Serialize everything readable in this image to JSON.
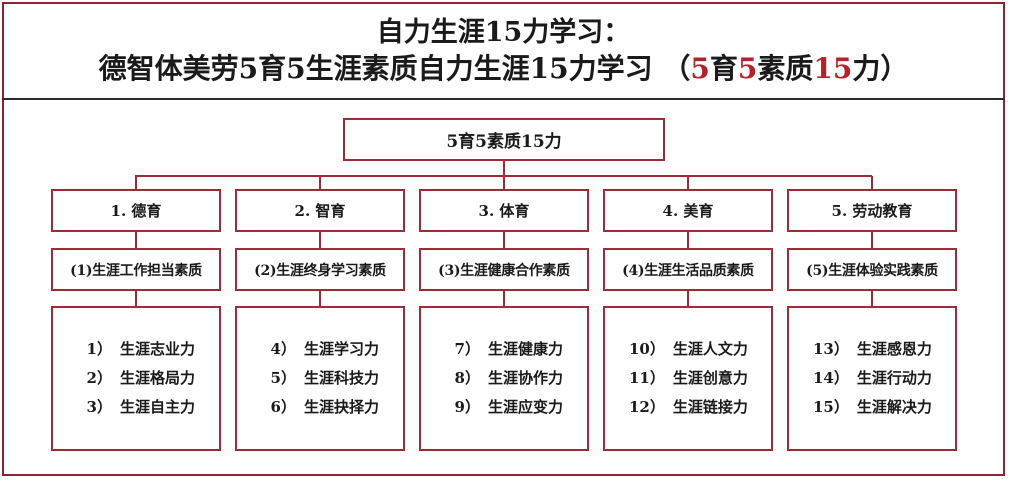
{
  "header": {
    "line1": "自力生涯15力学习：",
    "line2_main": "德智体美劳5育5生涯素质自力生涯15力学习",
    "line2_paren_open": "（",
    "line2_5a": "5",
    "line2_yu": "育",
    "line2_5b": "5",
    "line2_suzhi": "素质",
    "line2_15": "15",
    "line2_li": "力",
    "line2_paren_close": "）"
  },
  "colors": {
    "border": "#a02b35",
    "accent_red": "#b3232b"
  },
  "root": {
    "label": "5育5素质15力"
  },
  "columns": [
    {
      "domain": "1. 德育",
      "quality": "(1)生涯工作担当素质",
      "abilities": [
        {
          "num": "1）",
          "label": "生涯志业力"
        },
        {
          "num": "2）",
          "label": "生涯格局力"
        },
        {
          "num": "3）",
          "label": "生涯自主力"
        }
      ]
    },
    {
      "domain": "2. 智育",
      "quality": "(2)生涯终身学习素质",
      "abilities": [
        {
          "num": "4）",
          "label": "生涯学习力"
        },
        {
          "num": "5）",
          "label": "生涯科技力"
        },
        {
          "num": "6）",
          "label": "生涯抉择力"
        }
      ]
    },
    {
      "domain": "3. 体育",
      "quality": "(3)生涯健康合作素质",
      "abilities": [
        {
          "num": "7）",
          "label": "生涯健康力"
        },
        {
          "num": "8）",
          "label": "生涯协作力"
        },
        {
          "num": "9）",
          "label": "生涯应变力"
        }
      ]
    },
    {
      "domain": "4. 美育",
      "quality": "(4)生涯生活品质素质",
      "abilities": [
        {
          "num": "10）",
          "label": "生涯人文力"
        },
        {
          "num": "11）",
          "label": "生涯创意力"
        },
        {
          "num": "12）",
          "label": "生涯链接力"
        }
      ]
    },
    {
      "domain": "5. 劳动教育",
      "quality": "(5)生涯体验实践素质",
      "abilities": [
        {
          "num": "13）",
          "label": "生涯感恩力"
        },
        {
          "num": "14）",
          "label": "生涯行动力"
        },
        {
          "num": "15）",
          "label": "生涯解决力"
        }
      ]
    }
  ]
}
